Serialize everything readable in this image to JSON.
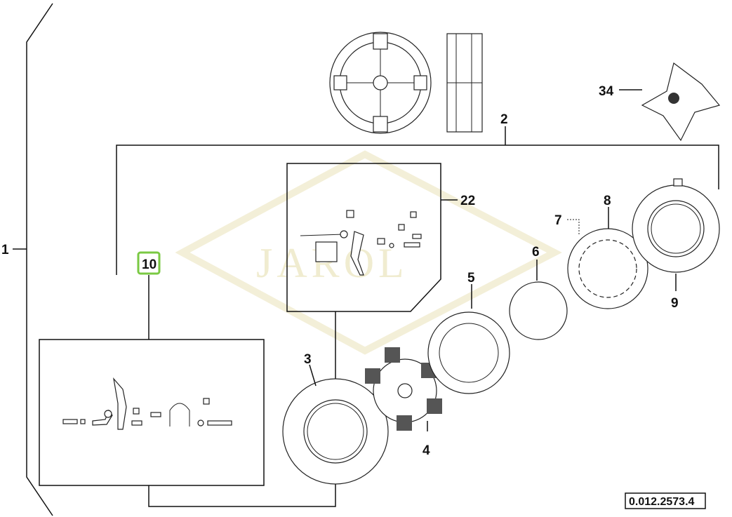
{
  "diagram": {
    "watermark": "JAROL",
    "drawing_number": "0.012.2573.4",
    "highlight_color": "#7ac943",
    "callouts": {
      "c1": "1",
      "c2": "2",
      "c3": "3",
      "c4": "4",
      "c5": "5",
      "c6": "6",
      "c7": "7",
      "c8": "8",
      "c9": "9",
      "c10": "10",
      "c22": "22",
      "c34": "34"
    }
  }
}
